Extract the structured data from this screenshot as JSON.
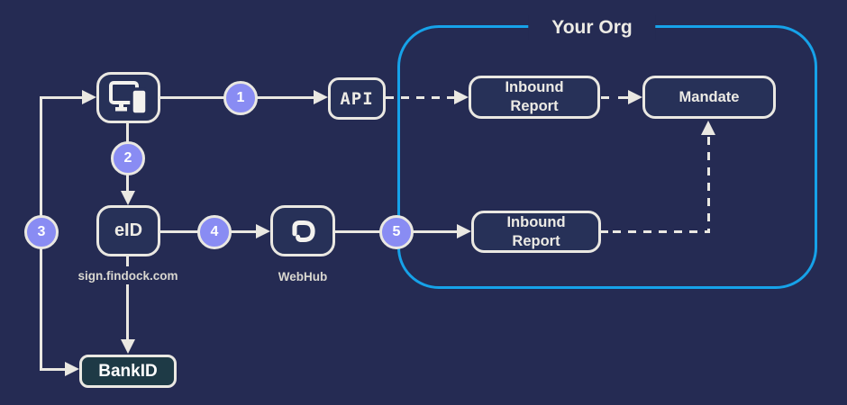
{
  "diagram": {
    "org": {
      "title": "Your Org"
    },
    "nodes": {
      "device": {
        "icon": "devices-icon"
      },
      "api": {
        "label": "API"
      },
      "inbound_report_top": {
        "label": "Inbound\nReport"
      },
      "mandate": {
        "label": "Mandate"
      },
      "eid": {
        "label": "eID",
        "caption": "sign.findock.com"
      },
      "webhub": {
        "icon": "findock-logo-icon",
        "caption": "WebHub"
      },
      "inbound_report_bottom": {
        "label": "Inbound\nReport"
      },
      "bankid": {
        "label": "BankID"
      }
    },
    "steps": [
      "1",
      "2",
      "3",
      "4",
      "5"
    ],
    "colors": {
      "background": "#252B53",
      "node_fill": "#273158",
      "connector": "#EAE8E2",
      "step_circle": "#898CF3",
      "org_border": "#16A2E9",
      "bankid_fill": "#1E3A46"
    }
  }
}
